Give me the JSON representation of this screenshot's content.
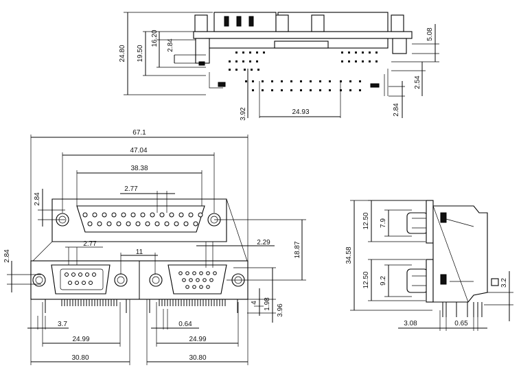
{
  "top_view": {
    "dims": {
      "h_24_80": "24.80",
      "h_19_50": "19.50",
      "h_16_20": "16.20",
      "h_2_84_a": "2.84",
      "h_5_08": "5.08",
      "h_2_54": "2.54",
      "h_2_84_b": "2.84",
      "h_3_92": "3.92",
      "w_24_93": "24.93"
    }
  },
  "front_view": {
    "dims": {
      "w_67_1": "67.1",
      "w_47_04": "47.04",
      "w_38_38": "38.38",
      "w_2_77_top": "2.77",
      "h_2_84_top": "2.84",
      "w_2_77_mid": "2.77",
      "w_11": "11",
      "w_2_29": "2.29",
      "h_18_87": "18.87",
      "h_2_84_left": "2.84",
      "h_4": "4",
      "h_1_98": "1.98",
      "h_3_96": "3.96",
      "w_3_7": "3.7",
      "w_0_64": "0.64",
      "w_24_99_left": "24.99",
      "w_24_99_right": "24.99",
      "w_30_80_left": "30.80",
      "w_30_80_right": "30.80"
    }
  },
  "side_view": {
    "dims": {
      "h_34_58": "34.58",
      "h_12_50_top": "12.50",
      "h_7_9": "7.9",
      "h_12_50_bottom": "12.50",
      "h_9_2": "9.2",
      "h_3_2": "3.2",
      "w_3_08": "3.08",
      "w_0_65": "0.65"
    }
  }
}
